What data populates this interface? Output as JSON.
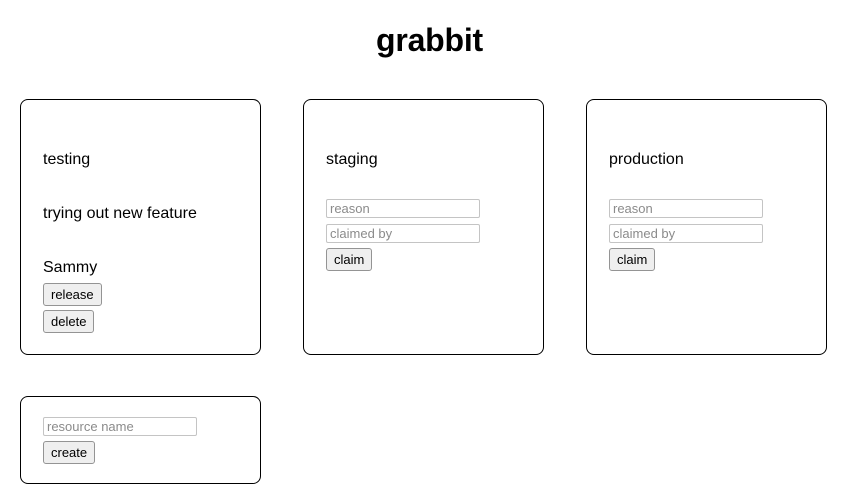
{
  "app": {
    "title": "grabbit",
    "background_color": "#ffffff",
    "card_border_color": "#000000",
    "input_border_color": "#c4c4c4",
    "placeholder_color": "#8b8b8b",
    "button_background_color": "#efefef",
    "button_border_color": "#949494"
  },
  "resources": [
    {
      "name": "testing",
      "state": "claimed",
      "reason": "trying out new feature",
      "claimed_by": "Sammy",
      "release_label": "release",
      "delete_label": "delete"
    },
    {
      "name": "staging",
      "state": "free",
      "reason_placeholder": "reason",
      "claimed_by_placeholder": "claimed by",
      "reason_value": "",
      "claimed_by_value": "",
      "claim_label": "claim"
    },
    {
      "name": "production",
      "state": "free",
      "reason_placeholder": "reason",
      "claimed_by_placeholder": "claimed by",
      "reason_value": "",
      "claimed_by_value": "",
      "claim_label": "claim"
    }
  ],
  "create_form": {
    "resource_name_placeholder": "resource name",
    "resource_name_value": "",
    "create_label": "create"
  }
}
